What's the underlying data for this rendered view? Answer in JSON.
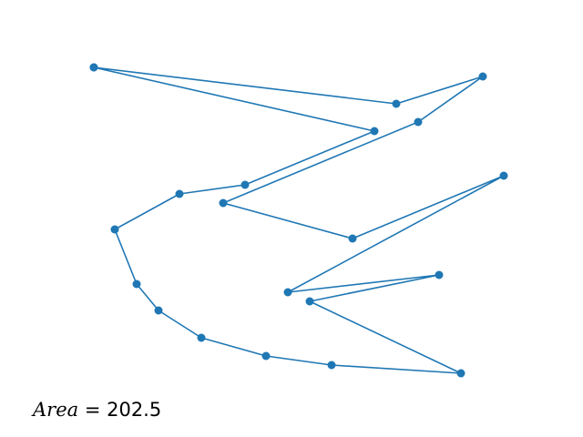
{
  "chart_data": {
    "type": "line",
    "title": "",
    "xlabel": "",
    "ylabel": "",
    "axes_visible": false,
    "grid": false,
    "series": [
      {
        "color": "#1f77b4",
        "marker": "circle",
        "x": [
          103,
          435,
          530,
          459,
          245,
          387,
          553,
          316,
          482,
          340,
          506,
          364,
          292,
          221,
          174,
          150,
          126,
          197,
          269,
          411,
          103
        ],
        "y": [
          74,
          114,
          84,
          134,
          223,
          262,
          193,
          321,
          302,
          331,
          410,
          401,
          391,
          371,
          341,
          312,
          252,
          213,
          203,
          144,
          74
        ]
      }
    ],
    "annotation": {
      "lhs": "Area",
      "rest": " = 202.5"
    }
  }
}
